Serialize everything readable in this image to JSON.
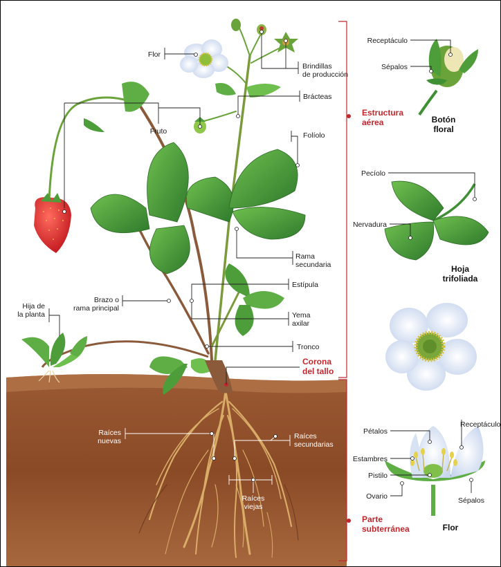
{
  "labels": {
    "flor": "Flor",
    "brindillas": [
      "Brindillas",
      "de producción"
    ],
    "bracteas": "Brácteas",
    "fruto": "Fruto",
    "foliolo": "Folíolo",
    "rama_secundaria": [
      "Rama",
      "secundaria"
    ],
    "estipula": "Estípula",
    "brazo": [
      "Brazo o",
      "rama principal"
    ],
    "yema": [
      "Yema",
      "axilar"
    ],
    "hija": [
      "Hija de",
      "la planta"
    ],
    "tronco": "Tronco",
    "corona": [
      "Corona",
      "del tallo"
    ],
    "raices_nuevas": [
      "Raíces",
      "nuevas"
    ],
    "raices_secundarias": [
      "Raíces",
      "secundarias"
    ],
    "raices_viejas": [
      "Raíces",
      "viejas"
    ]
  },
  "groups": {
    "aerea": [
      "Estructura",
      "aérea"
    ],
    "subterranea": [
      "Parte",
      "subterránea"
    ]
  },
  "side": {
    "boton": {
      "receptaculo": "Receptáculo",
      "sepalos": "Sépalos",
      "title": [
        "Botón",
        "floral"
      ]
    },
    "hoja": {
      "peciolo": "Pecíolo",
      "nervadura": "Nervadura",
      "title": [
        "Hoja",
        "trifoliada"
      ]
    },
    "flor": {
      "petalos": "Pétalos",
      "receptaculo": "Receptáculo",
      "estambres": "Estambres",
      "pistilo": "Pistilo",
      "ovario": "Ovario",
      "sepalos": "Sépalos",
      "title": "Flor"
    }
  },
  "colors": {
    "accent_red": "#c1272d",
    "leaf_green": "#3f8f35",
    "soil_brown": "#8a4a26",
    "root_tan": "#c89a55"
  }
}
